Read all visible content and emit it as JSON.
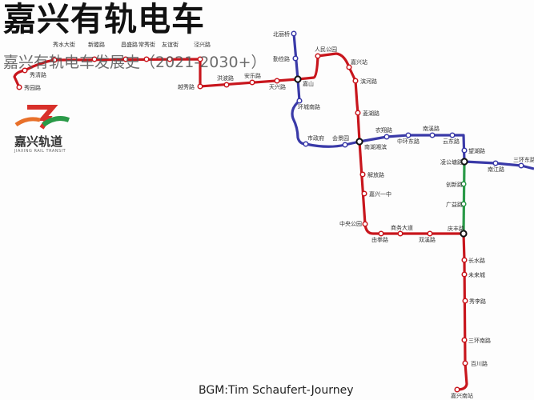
{
  "header": {
    "title": "嘉兴有轨电车",
    "subtitle": "嘉兴有轨电车发展史（2021-2030+）"
  },
  "logo": {
    "text": "嘉兴轨道",
    "subtext": "JIAXING RAIL TRANSIT"
  },
  "footer": {
    "bgm": "BGM:Tim Schaufert-Journey"
  },
  "colors": {
    "line_red": "#c8161d",
    "line_blue": "#3a3aa8",
    "line_green": "#2a9a48",
    "interchange": "#111111"
  },
  "lines": {
    "red": {
      "stations": [
        "秀园路",
        "秀清路",
        "秀水大街",
        "新塍路",
        "昌盛路",
        "常秀街",
        "友谊街",
        "泾兴路",
        "越秀路",
        "洪波路",
        "安乐路",
        "天兴路",
        "嘉山",
        "人民公园",
        "嘉兴站",
        "滨河路",
        "菱湖路",
        "南湖湘滨",
        "解放路",
        "嘉兴一中",
        "中央公园",
        "由拳路",
        "商务大道",
        "双溪路",
        "庆丰路",
        "长水路",
        "未来城",
        "秀李路",
        "三环南路",
        "百川路",
        "嘉兴南站"
      ]
    },
    "blue": {
      "stations": [
        "北丽桥",
        "勤俭路",
        "嘉山",
        "环城南路",
        "市政府",
        "会景园",
        "南湖湘滨",
        "农翔路",
        "中环东路",
        "南溪路",
        "云东路",
        "望湖路",
        "凌公塘路",
        "南江路",
        "三环东路"
      ]
    },
    "green": {
      "stations": [
        "凌公塘路",
        "创新路",
        "广益路",
        "庆丰路"
      ]
    }
  }
}
